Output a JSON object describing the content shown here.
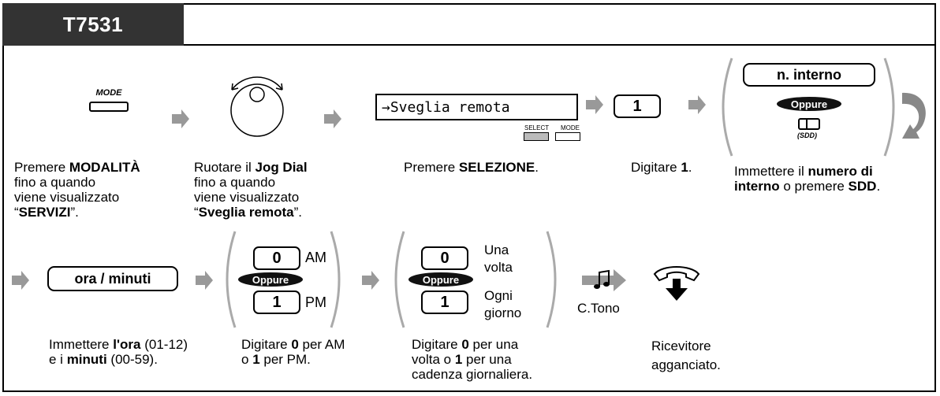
{
  "title": "T7531",
  "row1": {
    "mode_key_label": "MODE",
    "step1_html": [
      "Premere ",
      "MODALITÀ",
      " fino a quando",
      "viene visualizzato",
      "“",
      "SERVIZI",
      "”."
    ],
    "lcd_text": "→Sveglia remota",
    "select_label": "SELECT",
    "mode_label": "MODE",
    "key_1": "1",
    "interno_label": "n. interno",
    "oppure": "Oppure",
    "sdd_label": "(SDD)"
  },
  "row2": {
    "ora_label": "ora / minuti",
    "key_0": "0",
    "key_1": "1",
    "am": "AM",
    "pm": "PM",
    "oppure": "Oppure",
    "una_volta": [
      "Una",
      "volta"
    ],
    "ogni_giorno": [
      "Ogni",
      "giorno"
    ],
    "ctono": "C.Tono"
  },
  "captions": {
    "c1": {
      "a": "Premere ",
      "b": "MODALITÀ",
      "c": "fino a quando",
      "d": "viene visualizzato",
      "e": "“",
      "f": "SERVIZI",
      "g": "”."
    },
    "c2": {
      "a": "Ruotare il ",
      "b": "Jog Dial",
      "c": "fino a quando",
      "d": "viene visualizzato",
      "e": "“",
      "f": "Sveglia remota",
      "g": "”."
    },
    "c3": {
      "a": "Premere ",
      "b": "SELEZIONE",
      "c": "."
    },
    "c4": {
      "a": "Digitare ",
      "b": "1",
      "c": "."
    },
    "c5": {
      "a": "Immettere il ",
      "b": "numero di",
      "c": "interno",
      "d": " o premere ",
      "e": "SDD",
      "f": "."
    },
    "c6": {
      "a": "Immettere ",
      "b": "l'ora",
      "c": " (01-12)",
      "d": "e i ",
      "e": "minuti",
      "f": " (00-59)."
    },
    "c7": {
      "a": "Digitare ",
      "b": "0",
      "c": " per AM",
      "d": "o ",
      "e": "1",
      "f": " per PM."
    },
    "c8": {
      "a": "Digitare ",
      "b": "0",
      "c": " per una",
      "d": "volta o ",
      "e": "1",
      "f": " per una",
      "g": "cadenza giornaliera."
    },
    "c9": {
      "a": "Ricevitore",
      "b": "agganciato."
    }
  }
}
